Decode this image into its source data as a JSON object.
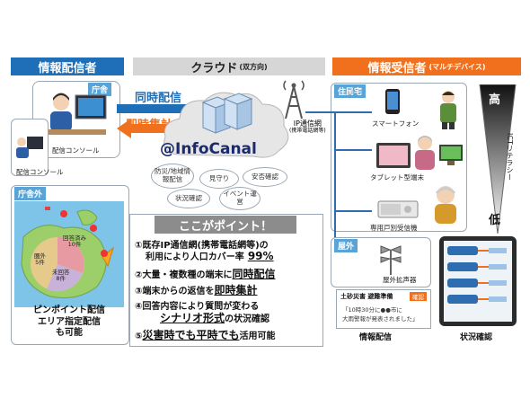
{
  "headers": {
    "sender": "情報配信者",
    "cloud": "クラウド",
    "cloud_sub": "(双方向)",
    "receiver": "情報受信者",
    "receiver_sub": "(マルチデバイス)"
  },
  "sender": {
    "office_tag": "庁舎",
    "console1": "配信コンソール",
    "console2": "配信コンソール",
    "outside_tag": "庁舎外",
    "map_caption": [
      "ピンポイント配信",
      "エリア指定配信",
      "も可能"
    ],
    "pie": {
      "reply": "回答済み",
      "reply_count": "10件",
      "unreplied": "未回答",
      "unreplied_count": "8件",
      "outside": "圏外",
      "outside_count": "5件"
    }
  },
  "flows": {
    "simultaneous_send": "同時配信",
    "instant_count": "即時集計"
  },
  "cloud": {
    "brand": "@InfoCanal",
    "ip_network": "IP通信網",
    "ip_network_sub": "(携帯電話網等)",
    "bubbles": [
      "防災/地域情報配信",
      "見守り",
      "安否確認",
      "状況確認",
      "イベント運営"
    ]
  },
  "points": {
    "title": "ここがポイント！",
    "items": [
      {
        "num": "①",
        "pre": "既存IP通信網(携帯電話網等)の",
        "line2": "利用により人口カバー率",
        "hl": "99%"
      },
      {
        "num": "②",
        "pre": "大量・複数種の端末に",
        "hl": "同時配信"
      },
      {
        "num": "③",
        "pre": "端末からの返信を",
        "hl": "即時集計"
      },
      {
        "num": "④",
        "pre": "回答内容により質問が変わる",
        "hl": "シナリオ形式",
        "post": "の状況確認"
      },
      {
        "num": "⑤",
        "hl": "災害時でも平時でも",
        "post": "活用可能"
      }
    ]
  },
  "receiver": {
    "home_tag": "住民宅",
    "outdoor_tag": "屋外",
    "devices": [
      "スマートフォン",
      "タブレット型端末",
      "専用戸別受信機",
      "屋外拡声器"
    ],
    "literacy_high": "高",
    "literacy_label": "ICTリテラシー",
    "literacy_low": "低",
    "alert_card": {
      "title": "土砂災害 避難準備",
      "badge": "確認",
      "text1": "「10時30分に●●市に",
      "text2": "大雨警報が発表されました」"
    },
    "caption_info": "情報配信",
    "caption_status": "状況確認"
  },
  "colors": {
    "blue": "#1e6fb8",
    "orange": "#f0701e",
    "gray": "#9a9a9a"
  }
}
